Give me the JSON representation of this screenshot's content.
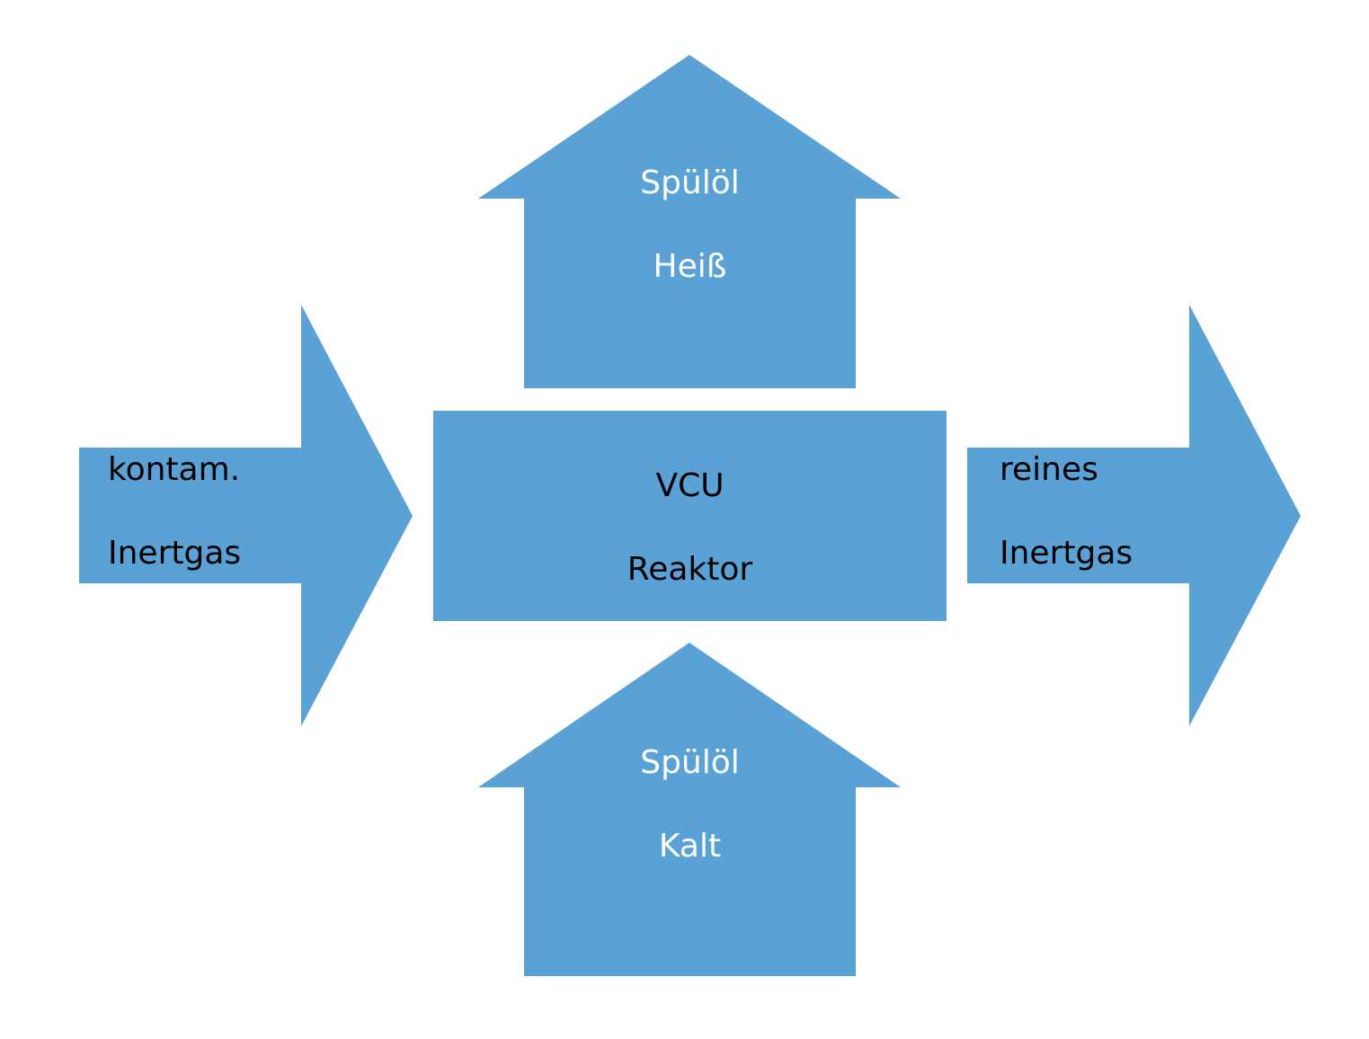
{
  "colors": {
    "shape_fill": "#5aa2d5",
    "text_on_shape_light": "#ffffff",
    "text_on_shape_dark": "#000000",
    "background": "#ffffff"
  },
  "top_arrow": {
    "line1": "Spülöl",
    "line2": "Heiß"
  },
  "bottom_arrow": {
    "line1": "Spülöl",
    "line2": "Kalt"
  },
  "left_arrow": {
    "line1": "kontam.",
    "line2": "Inertgas"
  },
  "right_arrow": {
    "line1": "reines",
    "line2": "Inertgas"
  },
  "center_box": {
    "line1": "VCU",
    "line2": "Reaktor"
  }
}
